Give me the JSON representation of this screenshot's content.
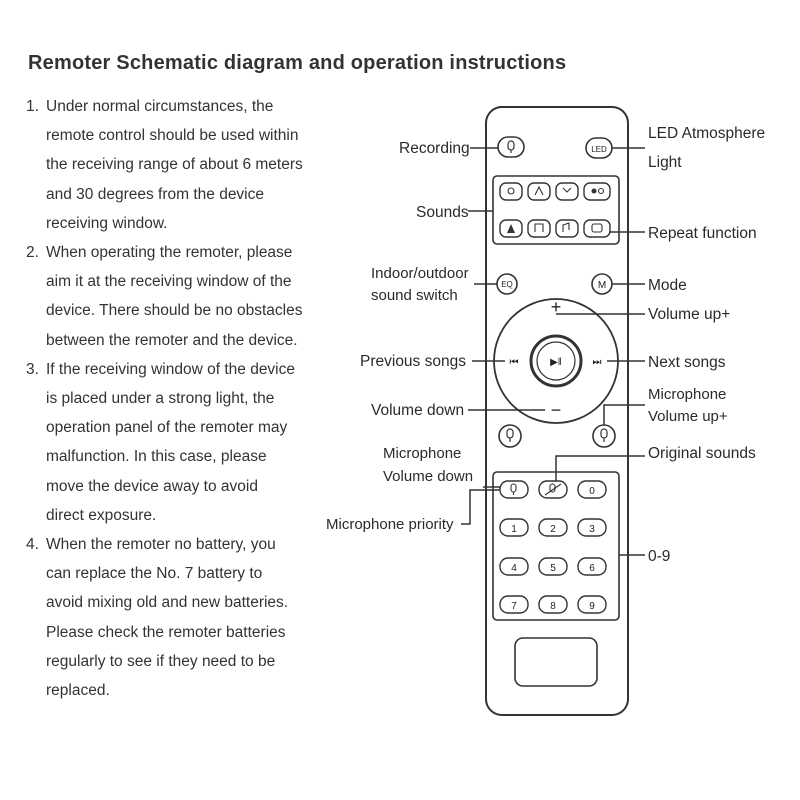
{
  "title": "Remoter Schematic diagram and operation instructions",
  "instructions": [
    {
      "num": "1.",
      "lines": [
        "Under normal circumstances, the",
        "remote control should be used within",
        "the receiving range of about 6 meters",
        "and 30 degrees from the device",
        "receiving window."
      ]
    },
    {
      "num": "2.",
      "lines": [
        "When operating the remoter, please",
        "aim it at the receiving window of the",
        "device. There should be no obstacles",
        "between the remoter and the device."
      ]
    },
    {
      "num": "3.",
      "lines": [
        "If the receiving window of the device",
        "is placed under a strong light, the",
        "operation panel of the remoter may",
        "malfunction. In this case, please",
        "move the device away to avoid",
        "direct exposure."
      ]
    },
    {
      "num": "4.",
      "lines": [
        "When the remoter no battery, you",
        "can replace the No. 7 battery to",
        "avoid mixing old and new batteries.",
        "Please check the remoter batteries",
        "regularly to see if they need to be",
        "replaced."
      ]
    }
  ],
  "labels": {
    "recording": "Recording",
    "led_line1": "LED Atmosphere",
    "led_line2": "Light",
    "sounds": "Sounds",
    "repeat": "Repeat function",
    "indoor_line1": "Indoor/outdoor",
    "indoor_line2": "sound switch",
    "mode": "Mode",
    "volume_up": "Volume up+",
    "previous": "Previous songs",
    "next": "Next songs",
    "mic_up_line1": "Microphone",
    "mic_up_line2": "Volume up+",
    "volume_down": "Volume down",
    "mic_down_line1": "Microphone",
    "mic_down_line2": "Volume down",
    "original": "Original sounds",
    "mic_priority": "Microphone priority",
    "digits": "0-9"
  },
  "buttons": {
    "led": "LED",
    "eq": "EQ",
    "mode": "M",
    "plus": "+",
    "minus": "−",
    "play_pause": "▶‖",
    "prev": "⏮",
    "next": "⏭",
    "numbers": [
      "0",
      "1",
      "2",
      "3",
      "4",
      "5",
      "6",
      "7",
      "8",
      "9"
    ]
  }
}
